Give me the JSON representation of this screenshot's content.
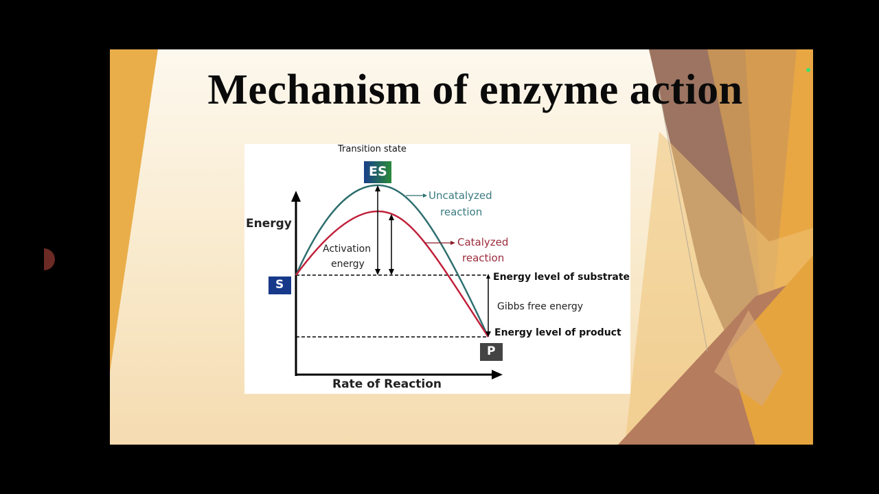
{
  "slide": {
    "title": "Mechanism of enzyme action",
    "colors": {
      "gold": "#e9ae4a",
      "brown": "#9c6f58",
      "cream": "#fdf8ee"
    }
  },
  "diagram": {
    "top_label": "Transition state",
    "es_box": "ES",
    "s_box": "S",
    "p_box": "P",
    "y_axis_label": "Energy",
    "x_axis_label": "Rate of Reaction",
    "uncatalyzed_label_1": "Uncatalyzed",
    "uncatalyzed_label_2": "reaction",
    "catalyzed_label_1": "Catalyzed",
    "catalyzed_label_2": "reaction",
    "activation_label_1": "Activation",
    "activation_label_2": "energy",
    "substrate_level_label": "Energy level of substrate",
    "gibbs_label": "Gibbs free energy",
    "product_level_label": "Energy level of product",
    "colors": {
      "uncatalyzed": "#2e6e6e",
      "catalyzed": "#c0203a",
      "es_box": "#1d4f8a",
      "s_box": "#17398a",
      "p_box": "#444444"
    }
  }
}
